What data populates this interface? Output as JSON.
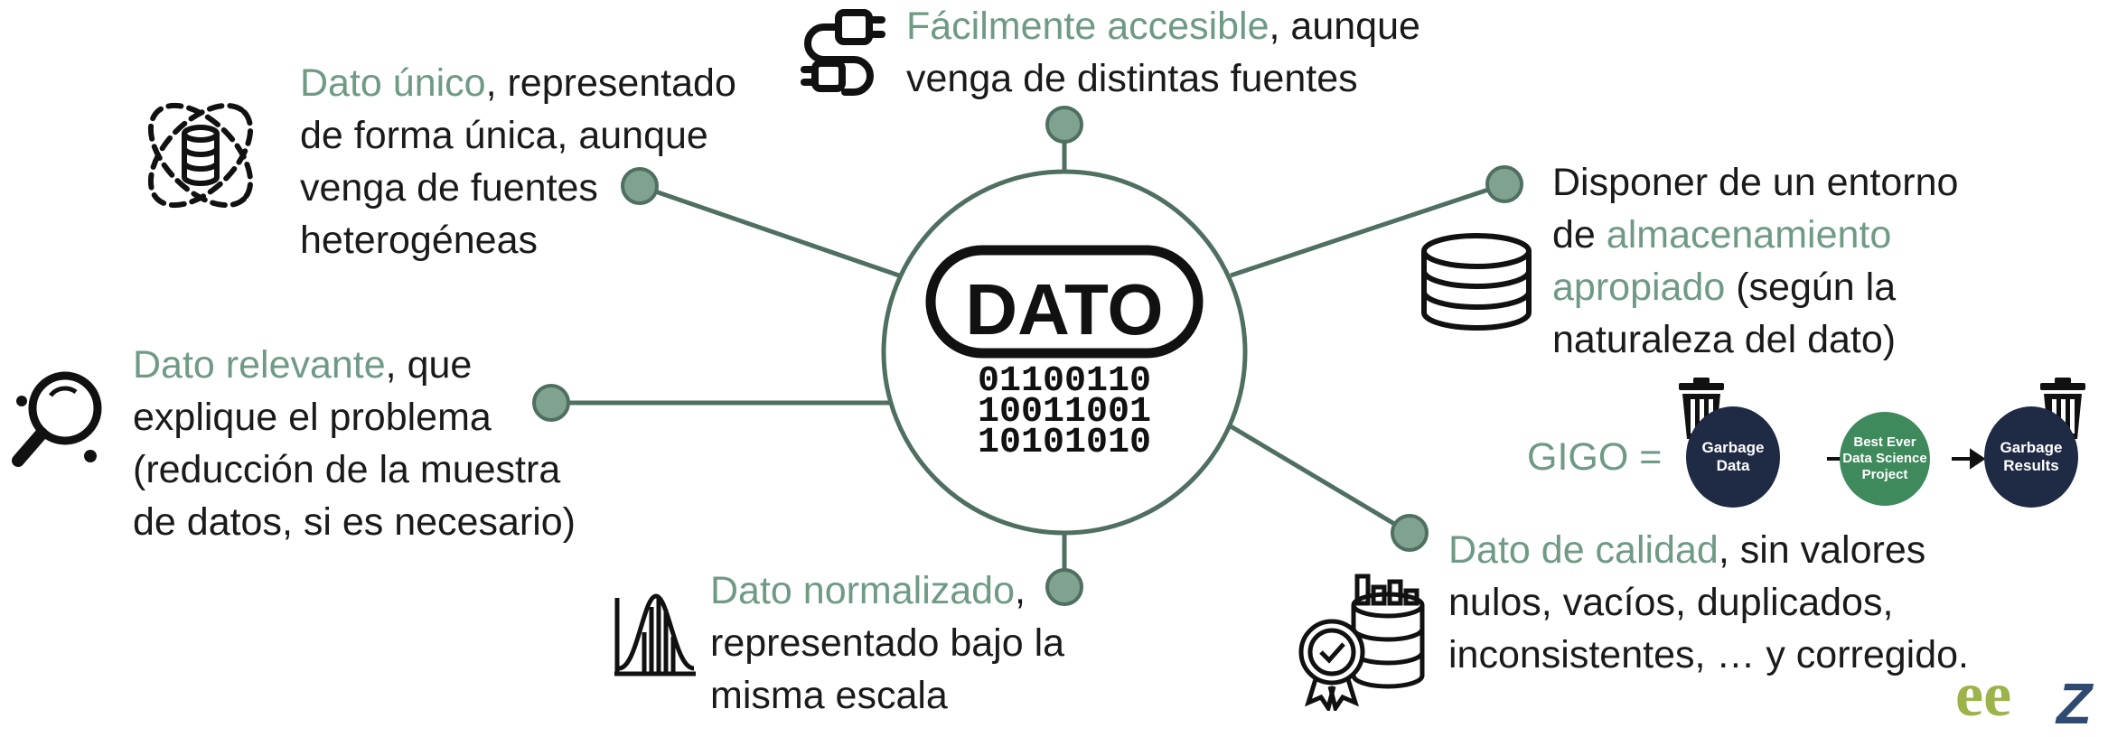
{
  "center": {
    "title": "DATO",
    "binary": [
      "01100110",
      "10011001",
      "10101010"
    ]
  },
  "nodes": {
    "accesible": {
      "highlight": "Fácilmente accesible",
      "rest": ", aunque",
      "line2": "venga de distintas fuentes"
    },
    "unico": {
      "highlight": "Dato único",
      "rest": ", representado",
      "line2": "de forma única, aunque",
      "line3": "venga de fuentes",
      "line4": "heterogéneas"
    },
    "almacenamiento": {
      "line1": "Disponer de un entorno",
      "line2_pre": "de ",
      "line2_hl": "almacenamiento",
      "line3_hl": "apropiado",
      "line3_rest": " (según la",
      "line4": "naturaleza del dato)"
    },
    "relevante": {
      "highlight": "Dato relevante",
      "rest": ", que",
      "line2": "explique el problema",
      "line3": "(reducción de la muestra",
      "line4": "de datos, si es necesario)"
    },
    "normalizado": {
      "highlight": "Dato normalizado",
      "rest": ",",
      "line2": "representado bajo la",
      "line3": "misma escala"
    },
    "calidad": {
      "highlight": "Dato de calidad",
      "rest": ", sin valores",
      "line2": "nulos, vacíos, duplicados,",
      "line3": "inconsistentes, … y corregido."
    }
  },
  "gigo": {
    "label": "GIGO =",
    "steps": [
      {
        "line1": "Garbage",
        "line2": "Data",
        "line3": ""
      },
      {
        "line1": "Best Ever",
        "line2": "Data Science",
        "line3": "Project"
      },
      {
        "line1": "Garbage",
        "line2": "Results",
        "line3": ""
      }
    ]
  },
  "logos": {
    "left": "ee",
    "right": "Z"
  },
  "colors": {
    "accent": "#6f9a85",
    "line": "#4f6f61",
    "node_fill": "#7fa390",
    "dark_circle": "#1f2a44",
    "green_circle": "#3f8a5c",
    "text": "#1a1a1a"
  }
}
